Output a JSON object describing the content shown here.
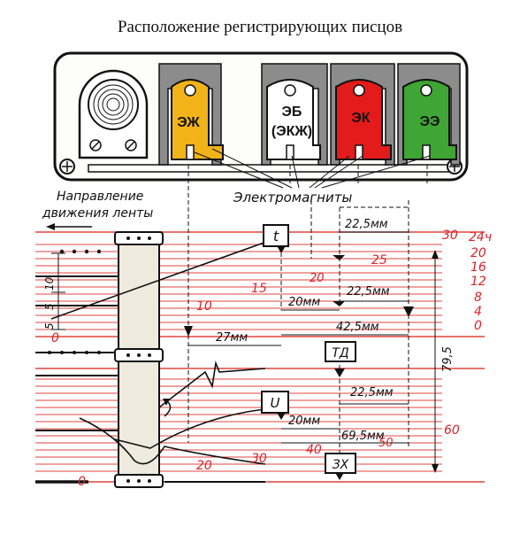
{
  "title": "Расположение регистрирующих писцов",
  "pens": {
    "ezh": "ЭЖ",
    "eb": "ЭБ",
    "eb_sub": "(ЭКЖ)",
    "ek": "ЭК",
    "ee": "ЭЭ"
  },
  "labels": {
    "direction_line1": "Направление",
    "direction_line2": "движения ленты",
    "electromagnets": "Электромагниты"
  },
  "markers": {
    "t": "t",
    "td": "ТД",
    "u": "U",
    "zx": "ЗХ"
  },
  "dimensions": {
    "d_22_5_a": "22,5мм",
    "d_22_5_b": "22,5мм",
    "d_20_a": "20мм",
    "d_42_5": "42,5мм",
    "d_27": "27мм",
    "d_22_5_c": "22,5мм",
    "d_20_b": "20мм",
    "d_69_5": "69,5мм",
    "d_79_5": "79,5",
    "d_5": "5",
    "d_5b": "5",
    "d_10": "10"
  },
  "scales": {
    "s_24h": "24ч",
    "s_20": "20",
    "s_16": "16",
    "s_12": "12",
    "s_8": "8",
    "s_4": "4",
    "s_0": "0",
    "s_30": "30",
    "s_25": "25",
    "s_15": "15",
    "s_10": "10",
    "s_0_left": "0",
    "s_20_mid": "20",
    "s_60": "60",
    "s_40": "40",
    "s_30_bot": "30",
    "s_20_bot": "20",
    "s_0_bot": "0",
    "s_50": "50"
  },
  "colors": {
    "ezh": "#f2b319",
    "eb": "#ffffff",
    "ek": "#e31b1b",
    "ee": "#3fa535",
    "grid": "#e0453f",
    "tape": "#efeade"
  }
}
